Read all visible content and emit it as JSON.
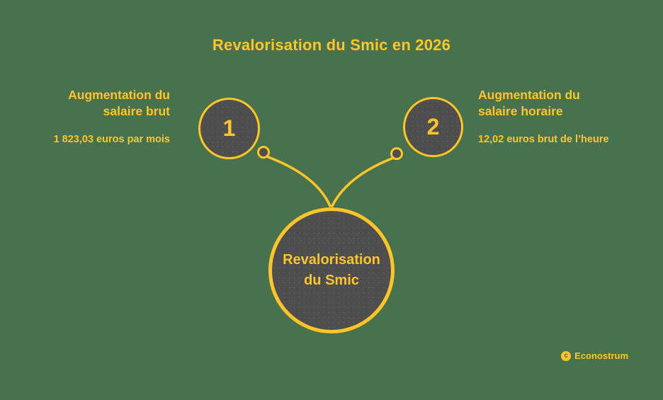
{
  "colors": {
    "background": "#48714E",
    "accent": "#FDC527",
    "node_fill": "#4E4E4E",
    "node_dot_texture": "#5B5B5B"
  },
  "title": "Revalorisation du Smic en 2026",
  "nodes": [
    {
      "number": "1",
      "heading": "Augmentation du salaire brut",
      "detail": "1 823,03 euros par mois"
    },
    {
      "number": "2",
      "heading": "Augmentation du salaire horaire",
      "detail": "12,02 euros brut de l’heure"
    }
  ],
  "center": {
    "label": "Revalorisation du Smic"
  },
  "footer": {
    "copyright_glyph": "c",
    "brand": "Econostrum"
  }
}
